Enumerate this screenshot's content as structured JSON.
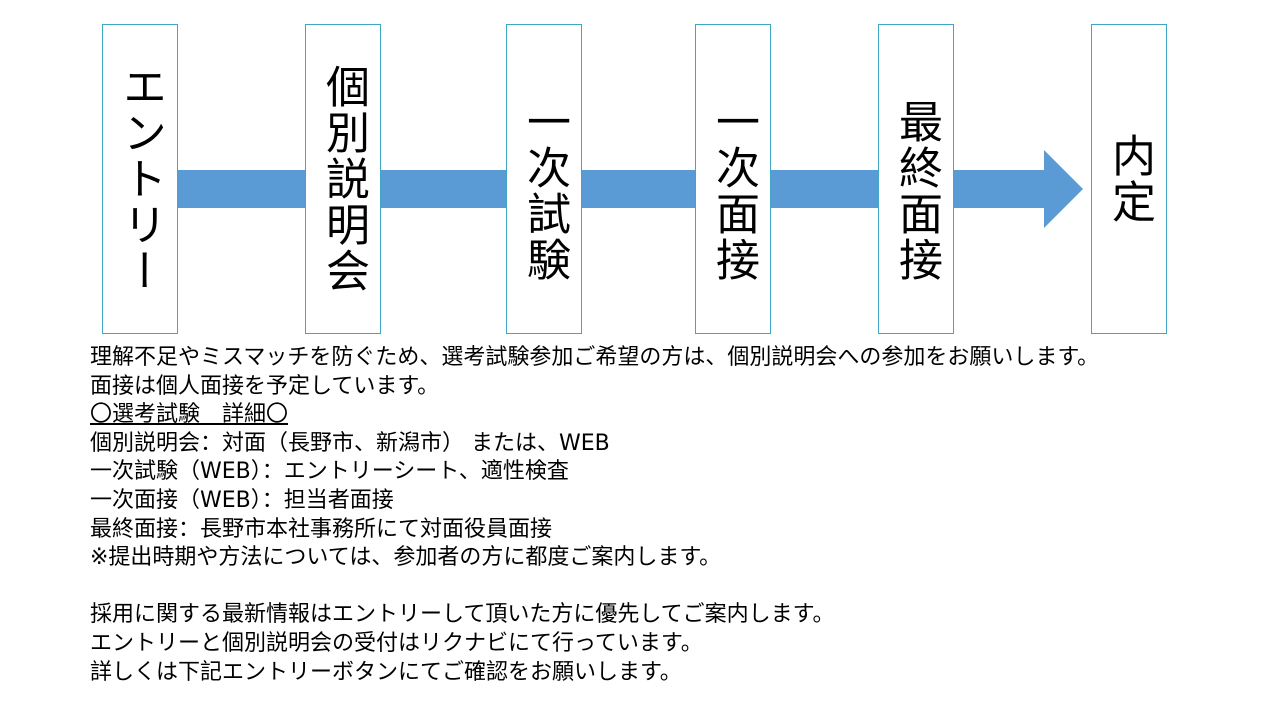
{
  "flow": {
    "arrow_color": "#5b9bd5",
    "box_border_color": "#3fa6c6",
    "steps": [
      {
        "label": "エントリー"
      },
      {
        "label": "個別説明会"
      },
      {
        "label": "一次試験"
      },
      {
        "label": "一次面接"
      },
      {
        "label": "最終面接"
      },
      {
        "label": "内定"
      }
    ]
  },
  "description": {
    "paragraph1": [
      "理解不足やミスマッチを防ぐため、選考試験参加ご希望の方は、個別説明会への参加をお願いします。",
      "面接は個人面接を予定しています。"
    ],
    "details_heading": "〇選考試験　詳細〇",
    "details": [
      "個別説明会：対面（長野市、新潟市） または、WEB",
      "一次試験（WEB）：エントリーシート、適性検査",
      "一次面接（WEB）：担当者面接",
      "最終面接：長野市本社事務所にて対面役員面接",
      "※提出時期や方法については、参加者の方に都度ご案内します。"
    ],
    "paragraph2": [
      "採用に関する最新情報はエントリーして頂いた方に優先してご案内します。",
      "エントリーと個別説明会の受付はリクナビにて行っています。",
      "詳しくは下記エントリーボタンにてご確認をお願いします。"
    ]
  }
}
